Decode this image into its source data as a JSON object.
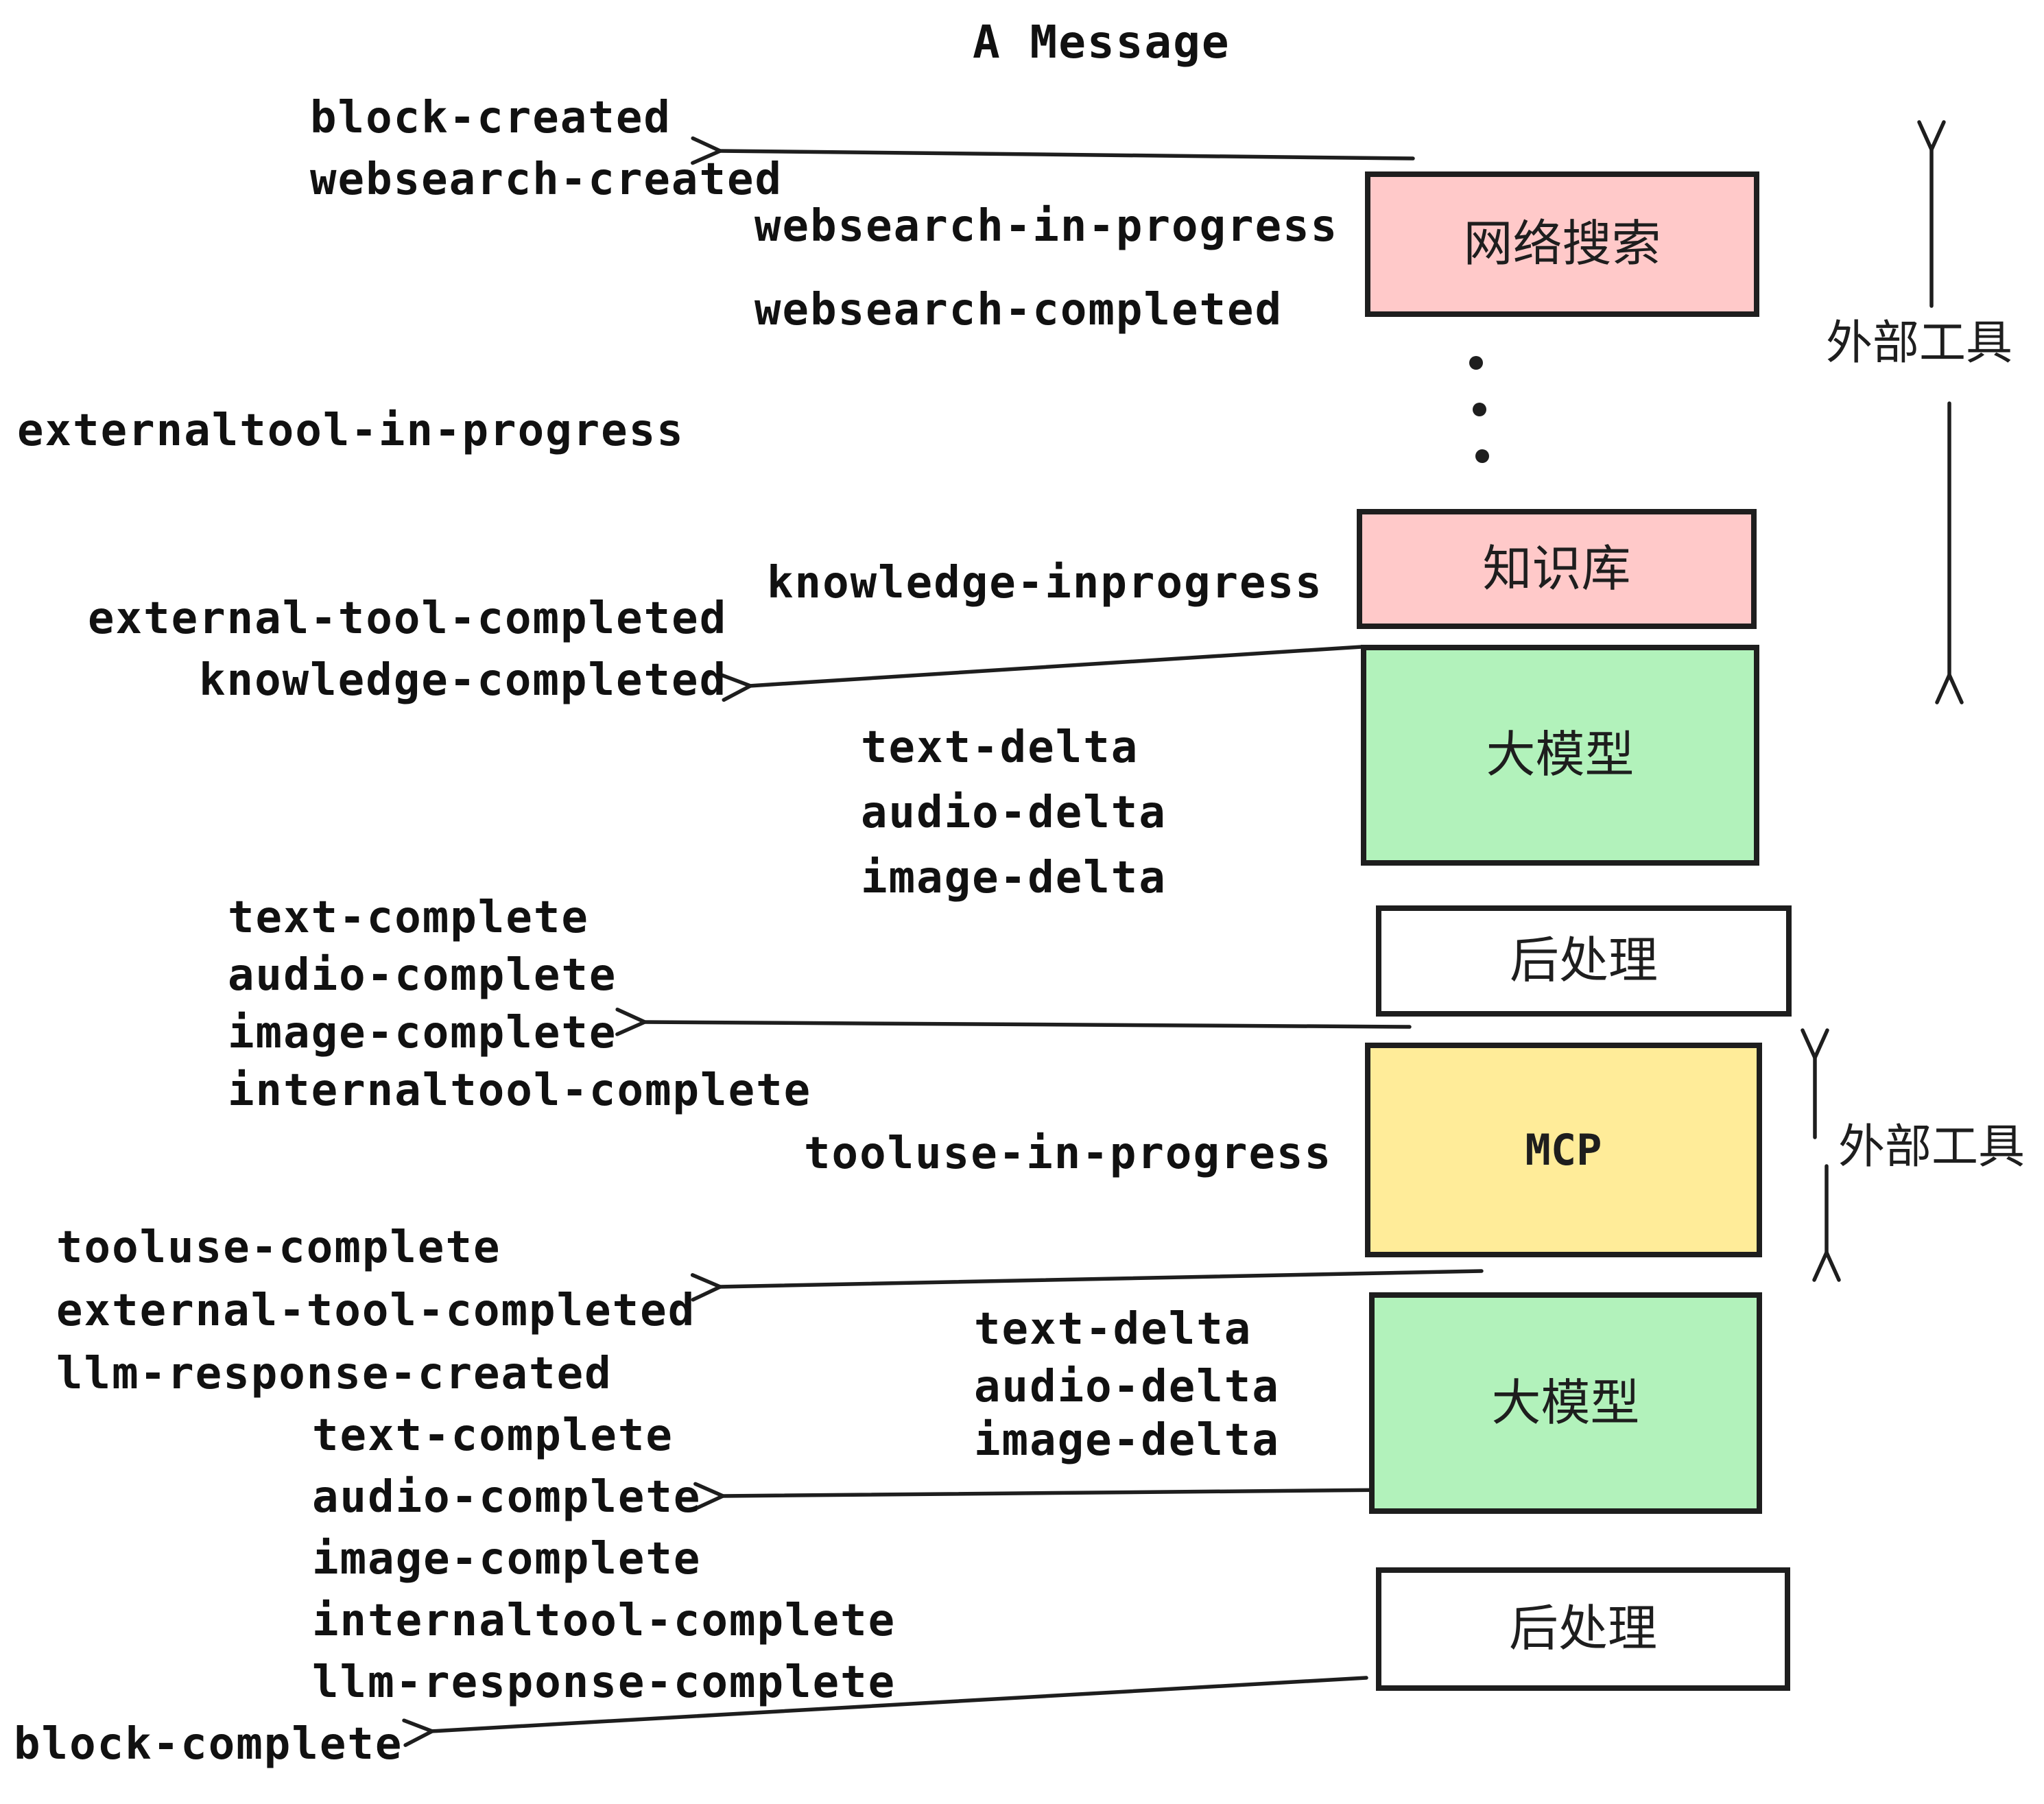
{
  "title": "A Message",
  "boxes": {
    "websearch": {
      "label": "网络搜索",
      "color": "#ffc9c9"
    },
    "knowledge": {
      "label": "知识库",
      "color": "#ffc9c9"
    },
    "llm_1": {
      "label": "大模型",
      "color": "#b2f2bb"
    },
    "post_1": {
      "label": "后处理",
      "color": "#ffffff"
    },
    "mcp": {
      "label": "MCP",
      "color": "#ffec99"
    },
    "llm_2": {
      "label": "大模型",
      "color": "#b2f2bb"
    },
    "post_2": {
      "label": "后处理",
      "color": "#ffffff"
    }
  },
  "events": {
    "block_created": "block-created",
    "websearch_created": "websearch-created",
    "websearch_in_progress": "websearch-in-progress",
    "websearch_completed": "websearch-completed",
    "externaltool_in_progress": "externaltool-in-progress",
    "knowledge_inprogress": "knowledge-inprogress",
    "external_tool_completed_1": "external-tool-completed",
    "knowledge_completed": "knowledge-completed",
    "text_delta_1": "text-delta",
    "audio_delta_1": "audio-delta",
    "image_delta_1": "image-delta",
    "text_complete_1": "text-complete",
    "audio_complete_1": "audio-complete",
    "image_complete_1": "image-complete",
    "internaltool_complete_1": "internaltool-complete",
    "tooluse_in_progress": "tooluse-in-progress",
    "tooluse_complete": "tooluse-complete",
    "external_tool_completed_2": "external-tool-completed",
    "llm_response_created": "llm-response-created",
    "text_delta_2": "text-delta",
    "audio_delta_2": "audio-delta",
    "image_delta_2": "image-delta",
    "text_complete_2": "text-complete",
    "audio_complete_2": "audio-complete",
    "image_complete_2": "image-complete",
    "internaltool_complete_2": "internaltool-complete",
    "llm_response_complete": "llm-response-complete",
    "block_complete": "block-complete"
  },
  "annotations": {
    "external_tools_top": "外部工具",
    "external_tools_mcp": "外部工具"
  },
  "icons": {
    "ellipsis": "vertical-ellipsis-dots"
  },
  "colors": {
    "stroke": "#1e1e1e",
    "pink": "#ffc9c9",
    "green": "#b2f2bb",
    "yellow": "#ffec99",
    "white": "#ffffff"
  }
}
